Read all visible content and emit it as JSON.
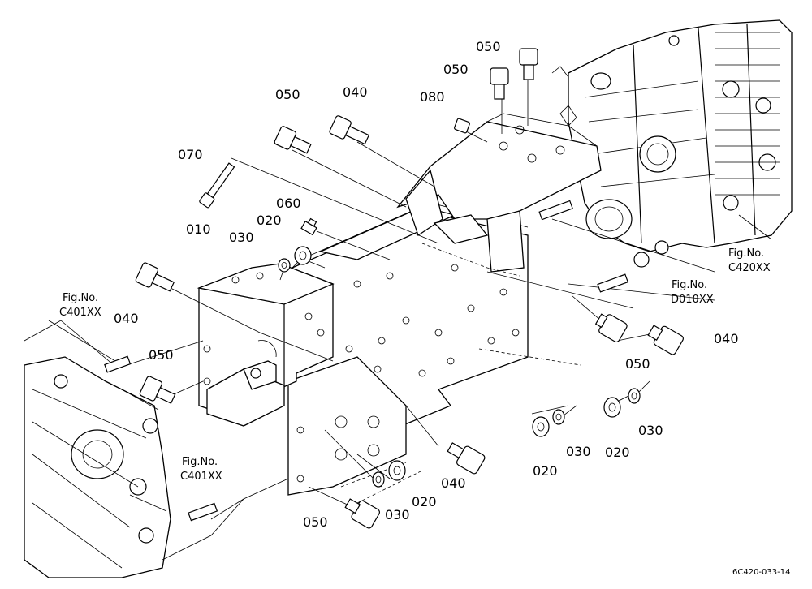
{
  "parts": [
    {
      "text": "050",
      "id": "bolt-top-right-1"
    },
    {
      "text": "050",
      "id": "bolt-top-right-2"
    },
    {
      "text": "050",
      "id": "bolt-top-left"
    },
    {
      "text": "040",
      "id": "bolt-top-mid"
    },
    {
      "text": "080",
      "id": "pin-top"
    },
    {
      "text": "070",
      "id": "long-bolt"
    },
    {
      "text": "060",
      "id": "grease-nipple"
    },
    {
      "text": "020",
      "id": "nut-upper"
    },
    {
      "text": "030",
      "id": "washer-upper"
    },
    {
      "text": "010",
      "id": "main-frame"
    },
    {
      "text": "040",
      "id": "bolt-left-upper"
    },
    {
      "text": "050",
      "id": "bolt-left-lower"
    },
    {
      "text": "050",
      "id": "bolt-right-mid"
    },
    {
      "text": "040",
      "id": "bolt-right"
    },
    {
      "text": "030",
      "id": "washer-right"
    },
    {
      "text": "020",
      "id": "nut-right"
    },
    {
      "text": "030",
      "id": "washer-mid"
    },
    {
      "text": "020",
      "id": "nut-mid"
    },
    {
      "text": "040",
      "id": "bolt-bottom-mid"
    },
    {
      "text": "020",
      "id": "nut-bottom"
    },
    {
      "text": "030",
      "id": "washer-bottom"
    },
    {
      "text": "050",
      "id": "bolt-bottom"
    }
  ],
  "figure_refs": [
    {
      "line1": "Fig.No.",
      "line2": "C420XX"
    },
    {
      "line1": "Fig.No.",
      "line2": "D010XX"
    },
    {
      "line1": "Fig.No.",
      "line2": "C401XX"
    },
    {
      "line1": "Fig.No.",
      "line2": "C401XX"
    }
  ],
  "drawing_code": "6C420-033-14"
}
